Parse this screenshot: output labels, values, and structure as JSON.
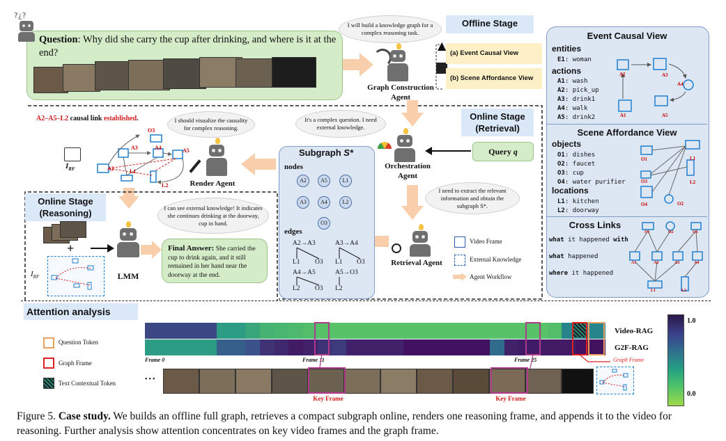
{
  "question": {
    "label": "Question",
    "text": ": Why did she carry the cup after drinking, and where is it at the end?"
  },
  "offline": {
    "stage_title": "Offline Stage",
    "bubble": "I will build a knowledge graph for a complex reasoning task.",
    "agent_label_1": "Graph Construction",
    "agent_label_2": "Agent",
    "option_a": "(a) Event Causal View",
    "option_b": "(b) Scene Affordance View"
  },
  "online_retrieval": {
    "stage_title_1": "Online Stage",
    "stage_title_2": "(Retrieval)",
    "orch_bubble": "It's a complex question. I need external knowledge.",
    "orch_label_1": "Orchestration",
    "orch_label_2": "Agent",
    "query_label": "Query ",
    "query_var": "q",
    "retr_bubble": "I need to extract the relevant information and obtain the subgraph S*.",
    "retr_label": "Retrieval Agent"
  },
  "render": {
    "causal_red": "A2–A5–L2",
    "causal_mid": " causal link ",
    "causal_red2": "established",
    "causal_end": ".",
    "bubble": "I should visualize the causality for complex reasoning.",
    "irf": "I",
    "irf_sub": "RF",
    "agent_label": "Render Agent"
  },
  "subgraph": {
    "title": "Subgraph ",
    "title_var": "S*",
    "nodes_label": "nodes",
    "nodes": [
      "A2",
      "A5",
      "L1",
      "A3",
      "A4",
      "L2",
      "O3"
    ],
    "edges_label": "edges",
    "edges": [
      {
        "top": "A2",
        "arrow": "→",
        "right": "A3",
        "bottom_l": "L1",
        "bottom_r": "O3"
      },
      {
        "top": "A3",
        "arrow": "→",
        "right": "A4",
        "bottom_l": "L1",
        "bottom_r": "O3"
      },
      {
        "top": "A4",
        "arrow": "→",
        "right": "A5",
        "bottom_l": "L2",
        "bottom_r": "O3"
      },
      {
        "top": "A5",
        "arrow": "→",
        "right": "O3",
        "bottom_l": "L2",
        "bottom_r": ""
      }
    ]
  },
  "online_reasoning": {
    "stage_title_1": "Online Stage",
    "stage_title_2": "(Reasoning)",
    "bubble": "I can see external knowledge! It indicates she continues drinking at the doorway, cup in hand.",
    "lmm_label": "LMM",
    "irf": "I",
    "irf_sub": "RF",
    "final_label": "Final Answer:",
    "final_text": " She carried the cup to drink again, and it still remained in her hand near the doorway at the end."
  },
  "legend": {
    "video_frame": "Video Frame",
    "external_knowledge": "External Knowledge",
    "agent_workflow": "Agent Workflow"
  },
  "event_view": {
    "title": "Event Causal View",
    "entities_label": "entities",
    "entities": [
      {
        "id": "E1",
        "name": "woman"
      }
    ],
    "actions_label": "actions",
    "actions": [
      {
        "id": "A1",
        "name": "wash"
      },
      {
        "id": "A2",
        "name": "pick_up"
      },
      {
        "id": "A3",
        "name": "drink1"
      },
      {
        "id": "A4",
        "name": "walk"
      },
      {
        "id": "A5",
        "name": "drink2"
      }
    ],
    "diagram_labels": [
      "A1",
      "A2",
      "A3",
      "A4",
      "A5"
    ]
  },
  "scene_view": {
    "title": "Scene Affordance View",
    "objects_label": "objects",
    "objects": [
      {
        "id": "O1",
        "name": "dishes"
      },
      {
        "id": "O2",
        "name": "faucet"
      },
      {
        "id": "O3",
        "name": "cup"
      },
      {
        "id": "O4",
        "name": "water purifier"
      }
    ],
    "locations_label": "locations",
    "locations": [
      {
        "id": "L1",
        "name": "kitchen"
      },
      {
        "id": "L2",
        "name": "doorway"
      }
    ],
    "diagram_labels": [
      "O1",
      "O2",
      "O3",
      "O4",
      "L1",
      "L2"
    ]
  },
  "cross_links": {
    "title": "Cross Links",
    "rows": [
      {
        "bold": "what",
        "rest": " it happened ",
        "bold2": "with"
      },
      {
        "bold": "what",
        "rest": " happened",
        "bold2": ""
      },
      {
        "bold": "where",
        "rest": " it happened",
        "bold2": ""
      }
    ],
    "top_labels": [
      "O1",
      "O2",
      "O3"
    ],
    "mid_labels": [
      "A1",
      "A2",
      "A3",
      "A4"
    ],
    "bottom_labels": [
      "L1",
      "L2"
    ]
  },
  "attention": {
    "title": "Attention analysis",
    "legend": [
      "Question Token",
      "Graph Frame",
      "Text Contextual Token"
    ],
    "row_labels": [
      "Video-RAG",
      "G2F-RAG"
    ],
    "frame0": "Frame 0",
    "frame11": "Frame 11",
    "frame25": "Frame 25",
    "graph_frame": "Graph Frame",
    "key_frame": "Key Frame",
    "ellipsis": "•••",
    "colorbar_max": "1.0",
    "colorbar_min": "0.0",
    "video_rag_values": [
      0.22,
      0.22,
      0.22,
      0.22,
      0.22,
      0.55,
      0.55,
      0.6,
      0.65,
      0.66,
      0.68,
      0.7,
      0.72,
      0.72,
      0.72,
      0.72,
      0.72,
      0.72,
      0.72,
      0.72,
      0.72,
      0.72,
      0.72,
      0.72,
      0.72,
      0.72,
      0.72,
      0.72,
      0.7,
      0.45,
      0.45,
      0.45
    ],
    "g2f_rag_values": [
      0.55,
      0.55,
      0.55,
      0.55,
      0.55,
      0.3,
      0.3,
      0.25,
      0.15,
      0.12,
      0.08,
      0.1,
      0.15,
      0.18,
      0.1,
      0.1,
      0.1,
      0.1,
      0.05,
      0.05,
      0.05,
      0.05,
      0.05,
      0.05,
      0.35,
      0.1,
      0.08,
      0.08,
      0.08,
      0.08,
      0.05,
      0.05
    ],
    "colors": {
      "question": "#e8a05c",
      "graph": "#e02020",
      "key": "#b03a8c"
    }
  },
  "caption": {
    "fig": "Figure 5. ",
    "bold": "Case study.",
    "text": " We builds an offline full graph, retrieves a compact subgraph online, renders one reasoning frame, and appends it to the video for reasoning. Further analysis show attention concentrates on key video frames and the graph frame."
  }
}
